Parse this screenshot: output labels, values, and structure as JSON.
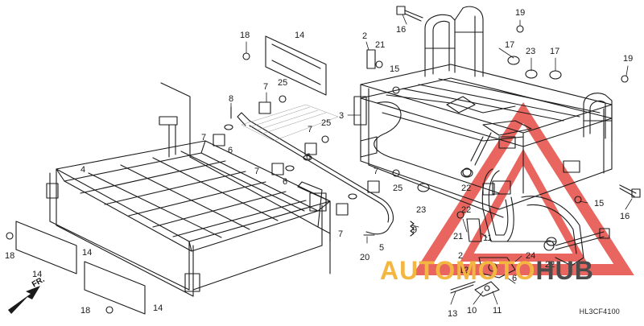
{
  "diagram": {
    "code": "HL3CF4100",
    "direction_label": "FR.",
    "colors": {
      "line": "#1a1a1a",
      "watermark_red": "#e2332b",
      "watermark_yellow": "#f3b640",
      "watermark_gray": "#4b4b4b"
    }
  },
  "watermark": {
    "part1": "AUTOMOTO",
    "part2": "HUB"
  },
  "callouts": {
    "c1": "16",
    "c2": "19",
    "c3": "18",
    "c4": "14",
    "c5": "2",
    "c6": "21",
    "c7": "17",
    "c8": "23",
    "c9": "17",
    "c10": "19",
    "c11": "15",
    "c12": "3",
    "c13": "7",
    "c14": "25",
    "c15": "8",
    "c16": "7",
    "c17": "6",
    "c18": "7",
    "c19": "25",
    "c20": "6",
    "c21": "4",
    "c22": "7",
    "c23": "6",
    "c24": "7",
    "c25": "25",
    "c26": "22",
    "c27": "23",
    "c28": "7",
    "c29": "22",
    "c30": "15",
    "c31": "16",
    "c32": "9",
    "c33": "5",
    "c34": "20",
    "c35": "21",
    "c36": "11",
    "c37": "2",
    "c38": "24",
    "c39": "22",
    "c40": "12",
    "c41": "18",
    "c42": "14",
    "c43": "14",
    "c44": "18",
    "c45": "14",
    "c46": "13",
    "c47": "10",
    "c48": "11",
    "c49": "6"
  }
}
